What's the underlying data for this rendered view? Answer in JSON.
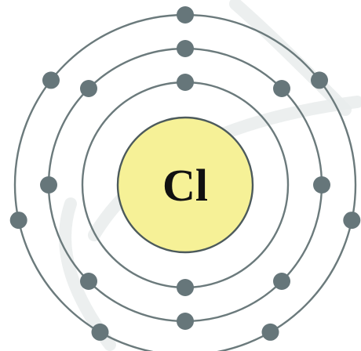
{
  "atom": {
    "symbol": "Cl",
    "shells": [
      {
        "electrons": 2
      },
      {
        "electrons": 8
      },
      {
        "electrons": 7
      }
    ]
  },
  "colors": {
    "background": "#ffffff",
    "shell_line": "#6b7a7c",
    "electron": "#66767a",
    "nucleus_fill": "#f6f197",
    "nucleus_stroke": "#4c5a5c",
    "symbol_text": "#111111",
    "backdrop": "#e9ecec"
  }
}
